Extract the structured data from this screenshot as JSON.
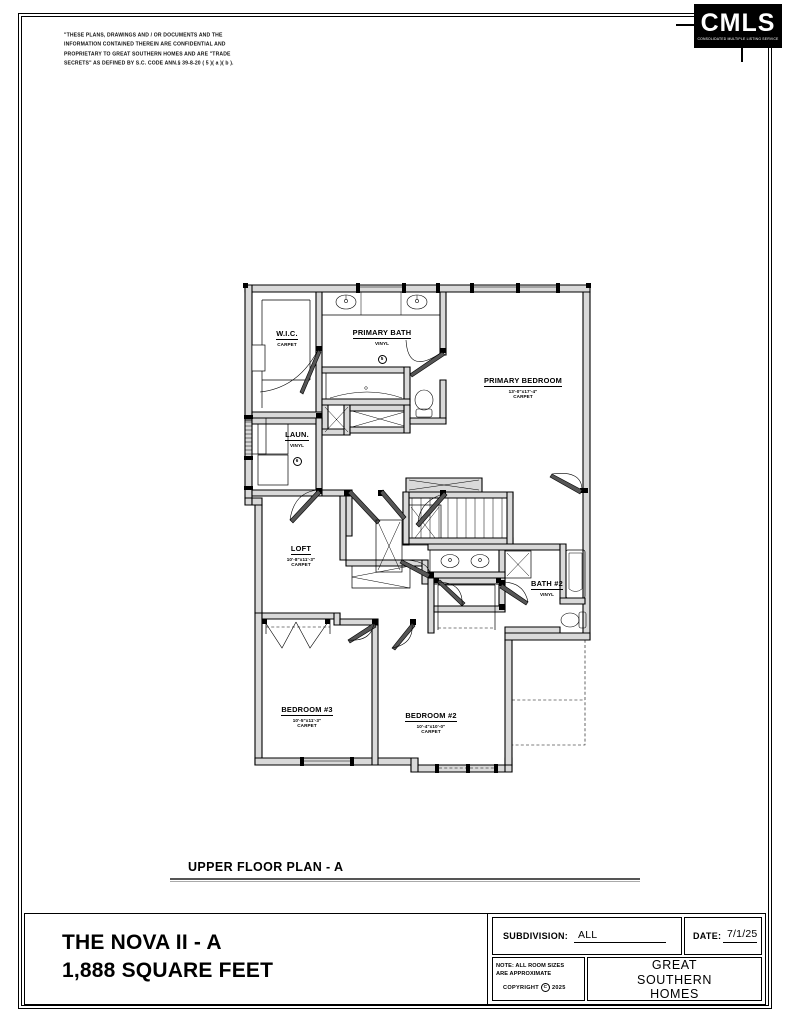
{
  "sheet": {
    "disclaimer": "\"THESE PLANS, DRAWINGS AND / OR DOCUMENTS AND THE INFORMATION CONTAINED THEREIN ARE CONFIDENTIAL AND PROPRIETARY TO GREAT SOUTHERN HOMES AND ARE \"TRADE SECRETS\" AS DEFINED BY S.C. CODE ANN.§ 39-8-20 ( 5 )( a )( b )."
  },
  "logo": {
    "main": "CMLS",
    "sub": "CONSOLIDATED MULTIPLE LISTING SERVICE"
  },
  "plan": {
    "title": "UPPER FLOOR PLAN - A",
    "rooms": [
      {
        "name": "W.I.C.",
        "dim": "",
        "finish": "CARPET",
        "num": ""
      },
      {
        "name": "PRIMARY BATH",
        "dim": "",
        "finish": "VINYL",
        "num": "5"
      },
      {
        "name": "PRIMARY BEDROOM",
        "dim": "13'-0\"x17'-4\"",
        "finish": "CARPET",
        "num": ""
      },
      {
        "name": "LAUN.",
        "dim": "",
        "finish": "VINYL",
        "num": "6"
      },
      {
        "name": "LOFT",
        "dim": "10'-8\"x11'-3\"",
        "finish": "CARPET",
        "num": ""
      },
      {
        "name": "BATH #2",
        "dim": "",
        "finish": "VINYL",
        "num": ""
      },
      {
        "name": "BEDROOM #3",
        "dim": "10'-5\"x11'-3\"",
        "finish": "CARPET",
        "num": ""
      },
      {
        "name": "BEDROOM #2",
        "dim": "10'-4\"x10'-0\"",
        "finish": "CARPET",
        "num": ""
      }
    ]
  },
  "titleblock": {
    "plan_name": "THE NOVA II - A",
    "square_feet": "1,888 SQUARE FEET",
    "subdivision_label": "SUBDIVISION:",
    "subdivision_value": "ALL",
    "date_label": "DATE:",
    "date_value": "7/1/25",
    "note_line1": "NOTE: ALL ROOM SIZES",
    "note_line2": "ARE APPROXIMATE",
    "copyright_label": "COPYRIGHT",
    "copyright_mark": "C",
    "copyright_year": "2025",
    "builder_line1": "GREAT",
    "builder_line2": "SOUTHERN",
    "builder_line3": "HOMES"
  }
}
